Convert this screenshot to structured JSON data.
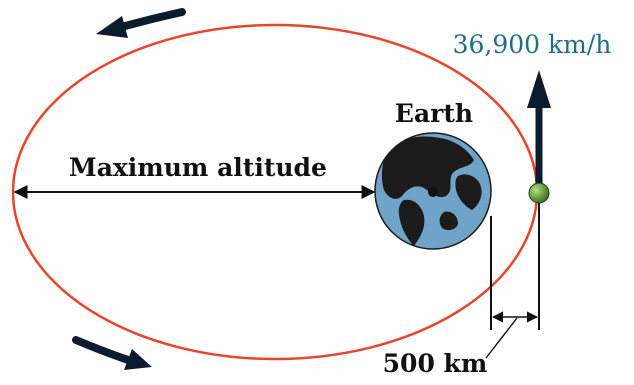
{
  "labels": {
    "speed": "36,900 km/h",
    "earth": "Earth",
    "max_altitude": "Maximum altitude",
    "distance": "500 km"
  },
  "colors": {
    "orbit": "#e8452c",
    "speed_text": "#1d6f86",
    "arrow_dark": "#0d1b2e",
    "ocean": "#6fa3c8",
    "land": "#1b1b1b",
    "satellite": "#3f8a2c"
  },
  "icons": {
    "orbit_direction_top": "curved-arrow-left-icon",
    "orbit_direction_bottom": "curved-arrow-right-icon",
    "velocity": "arrow-up-icon",
    "satellite": "satellite-dot-icon",
    "earth": "globe-icon"
  }
}
